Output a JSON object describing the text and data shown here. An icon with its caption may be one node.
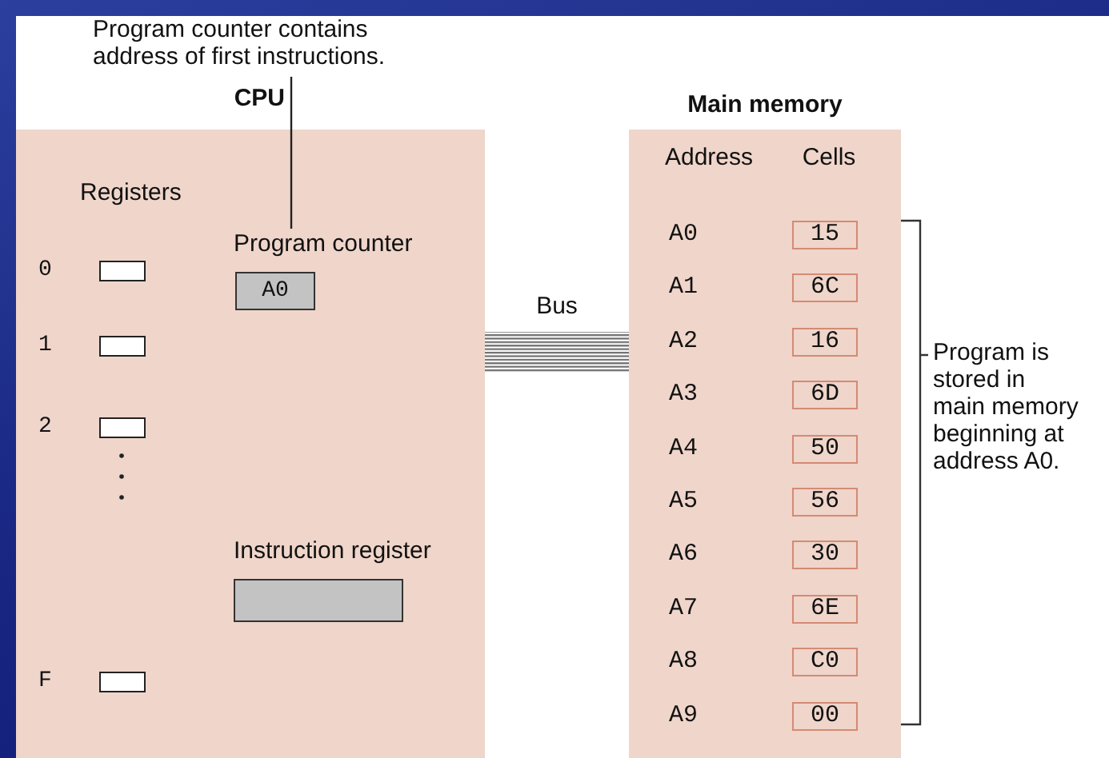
{
  "diagram": {
    "nodes": [
      {
        "text": [
          "Program counter contains address of first instructions."
        ]
      },
      {
        "text": [
          "CPU"
        ]
      },
      {
        "text": [],
        "shape": "box",
        "in": 1,
        "beside": [
          "0"
        ]
      },
      {
        "text": [],
        "shape": "box",
        "in": 1,
        "beside": [
          "1"
        ]
      },
      {
        "text": [],
        "shape": "box",
        "in": 1,
        "beside": [
          "2"
        ]
      },
      {
        "text": [],
        "shape": "box",
        "in": 1,
        "beside": [
          "F"
        ]
      },
      {
        "text": [
          "Program counter",
          "A0"
        ],
        "in": 1
      },
      {
        "text": [
          "Instruction register"
        ],
        "in": 1
      },
      {
        "text": [
          "Main memory",
          "Address",
          "Cells"
        ]
      },
      {
        "text": [
          "15"
        ],
        "in": 8,
        "beside": [
          "A0"
        ]
      },
      {
        "text": [
          "6C"
        ],
        "in": 8,
        "beside": [
          "A1"
        ]
      },
      {
        "text": [
          "16"
        ],
        "in": 8,
        "beside": [
          "A2"
        ]
      },
      {
        "text": [
          "6D"
        ],
        "in": 8,
        "beside": [
          "A3"
        ]
      },
      {
        "text": [
          "50"
        ],
        "in": 8,
        "beside": [
          "A4"
        ]
      },
      {
        "text": [
          "56"
        ],
        "in": 8,
        "beside": [
          "A5"
        ]
      },
      {
        "text": [
          "30"
        ],
        "in": 8,
        "beside": [
          "A6"
        ]
      },
      {
        "text": [
          "6E"
        ],
        "in": 8,
        "beside": [
          "A7"
        ]
      },
      {
        "text": [
          "C0"
        ],
        "in": 8,
        "beside": [
          "A8"
        ]
      },
      {
        "text": [
          "00"
        ],
        "in": 8,
        "beside": [
          "A9"
        ]
      }
    ],
    "edges": [
      {
        "from": 0,
        "to": 6,
        "arrow": "none"
      },
      {
        "from": 1,
        "to": 8,
        "arrow": "none",
        "label": "Bus",
        "style": "thick"
      }
    ],
    "labels": [
      "Registers",
      "Program is stored in main memory beginning at address A0."
    ]
  }
}
